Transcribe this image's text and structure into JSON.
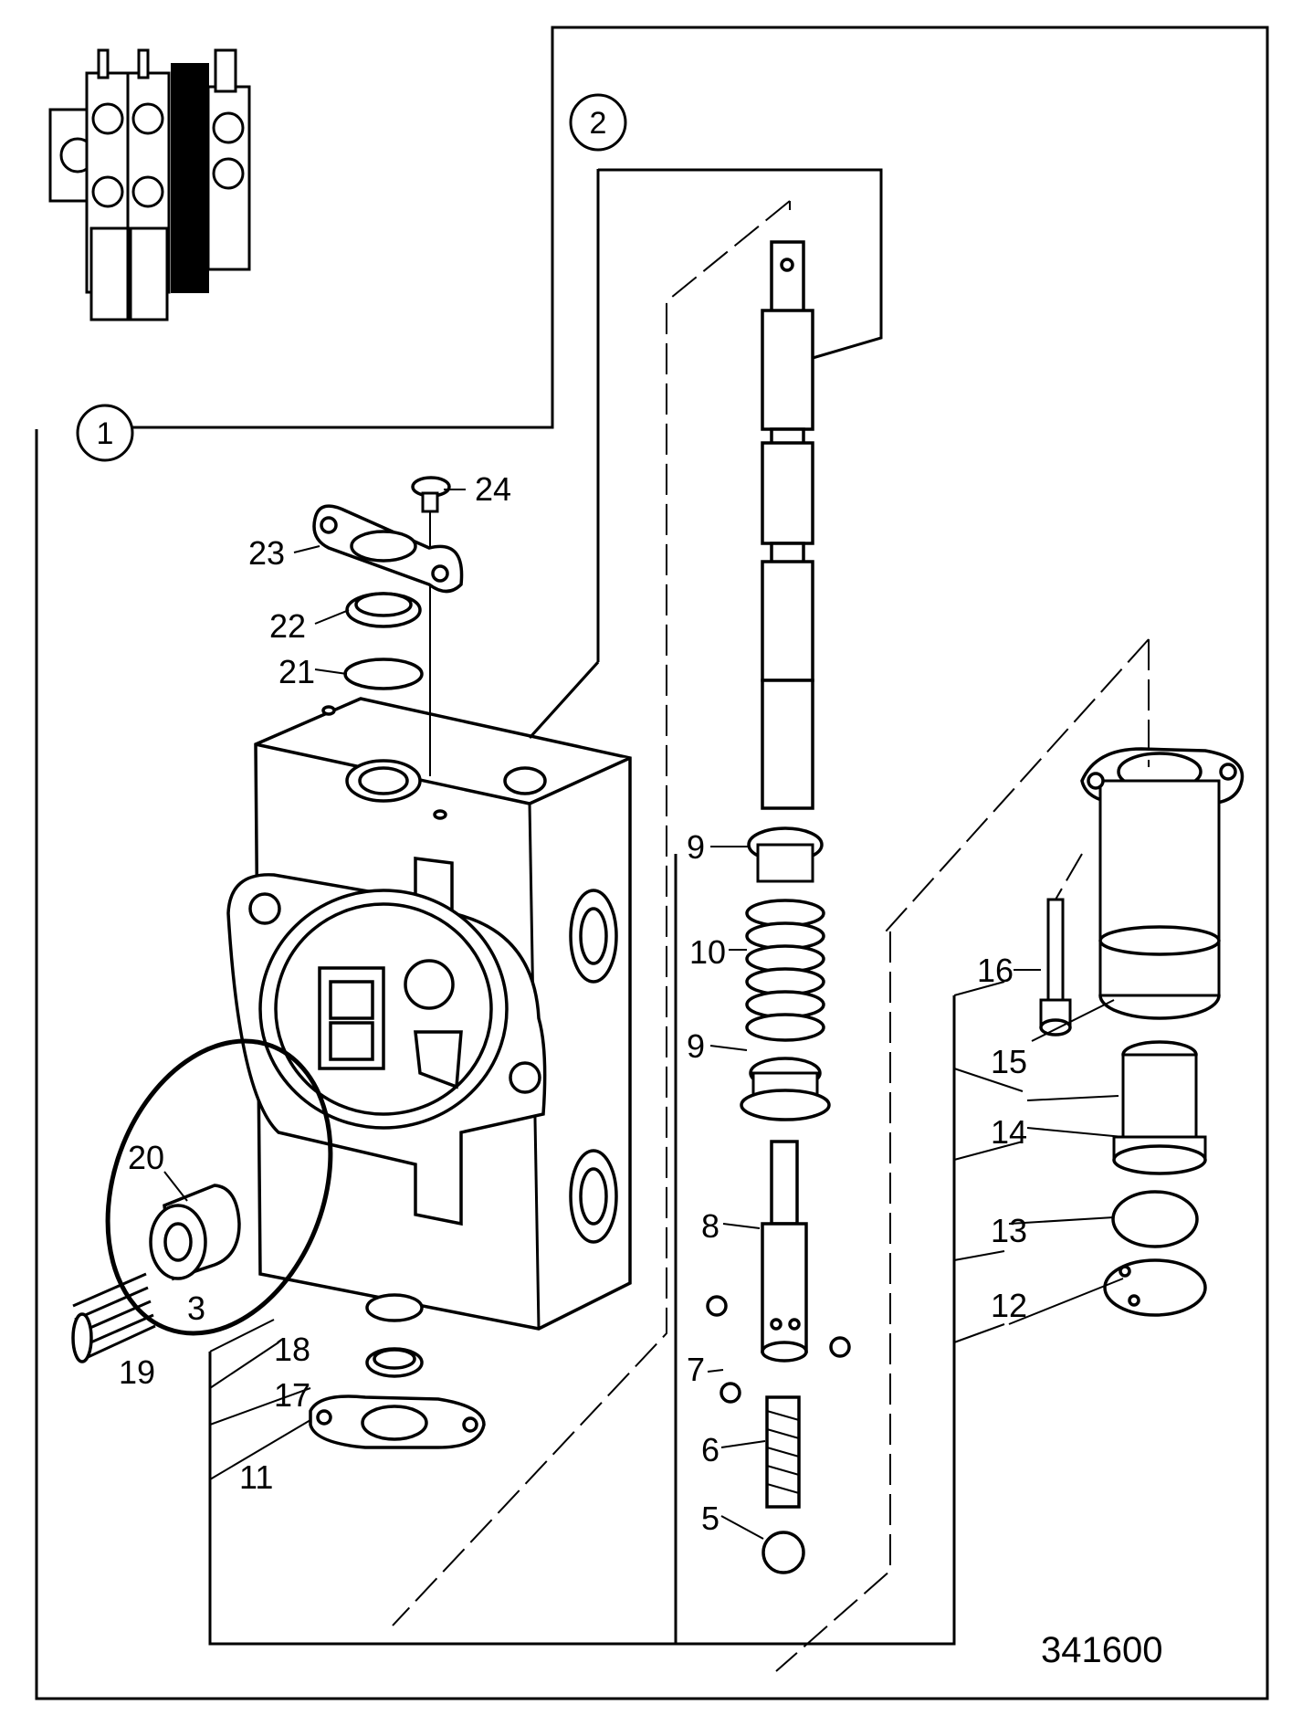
{
  "groups": [
    {
      "id": "1",
      "label": "1"
    },
    {
      "id": "2",
      "label": "2"
    }
  ],
  "callouts": [
    {
      "label": "24"
    },
    {
      "label": "23"
    },
    {
      "label": "22"
    },
    {
      "label": "21"
    },
    {
      "label": "20"
    },
    {
      "label": "19"
    },
    {
      "label": "3"
    },
    {
      "label": "18"
    },
    {
      "label": "17"
    },
    {
      "label": "11"
    },
    {
      "label": "9"
    },
    {
      "label": "10"
    },
    {
      "label": "9"
    },
    {
      "label": "8"
    },
    {
      "label": "7"
    },
    {
      "label": "6"
    },
    {
      "label": "5"
    },
    {
      "label": "16"
    },
    {
      "label": "15"
    },
    {
      "label": "14"
    },
    {
      "label": "13"
    },
    {
      "label": "12"
    }
  ],
  "reference_number": "341600"
}
